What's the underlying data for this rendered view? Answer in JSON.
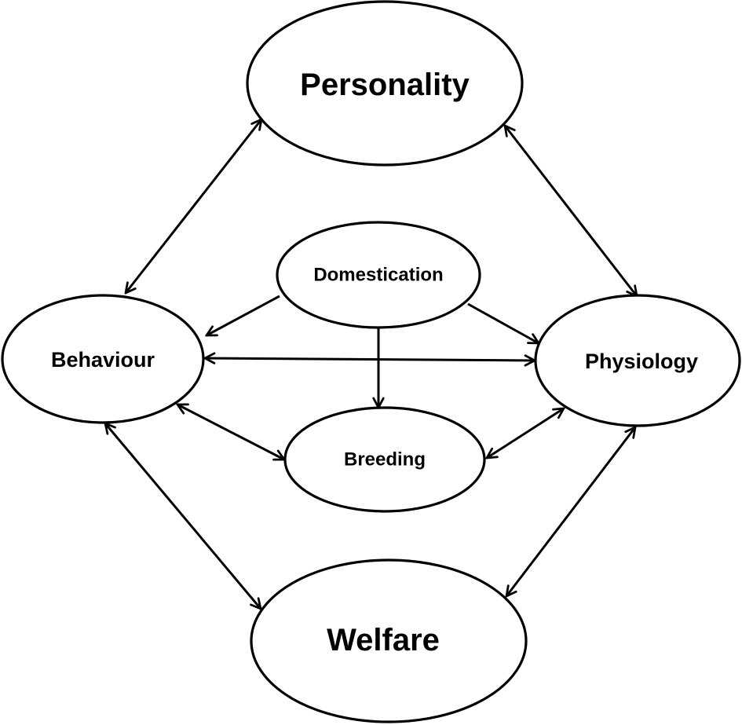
{
  "diagram": {
    "type": "concept-relationship",
    "colors": {
      "stroke": "#000000",
      "fill": "#ffffff",
      "text": "#000000"
    },
    "nodes": {
      "personality": {
        "label": "Personality",
        "font_size": 40
      },
      "domestication": {
        "label": "Domestication",
        "font_size": 24
      },
      "behaviour": {
        "label": "Behaviour",
        "font_size": 28
      },
      "physiology": {
        "label": "Physiology",
        "font_size": 28
      },
      "breeding": {
        "label": "Breeding",
        "font_size": 24
      },
      "welfare": {
        "label": "Welfare",
        "font_size": 40
      }
    },
    "edges": [
      {
        "from": "Personality",
        "to": "Behaviour",
        "direction": "bidirectional"
      },
      {
        "from": "Personality",
        "to": "Physiology",
        "direction": "bidirectional"
      },
      {
        "from": "Domestication",
        "to": "Behaviour",
        "direction": "forward"
      },
      {
        "from": "Domestication",
        "to": "Physiology",
        "direction": "forward"
      },
      {
        "from": "Domestication",
        "to": "Breeding",
        "direction": "forward"
      },
      {
        "from": "Behaviour",
        "to": "Physiology",
        "direction": "bidirectional"
      },
      {
        "from": "Behaviour",
        "to": "Breeding",
        "direction": "bidirectional"
      },
      {
        "from": "Physiology",
        "to": "Breeding",
        "direction": "bidirectional"
      },
      {
        "from": "Behaviour",
        "to": "Welfare",
        "direction": "bidirectional"
      },
      {
        "from": "Physiology",
        "to": "Welfare",
        "direction": "bidirectional"
      }
    ]
  }
}
